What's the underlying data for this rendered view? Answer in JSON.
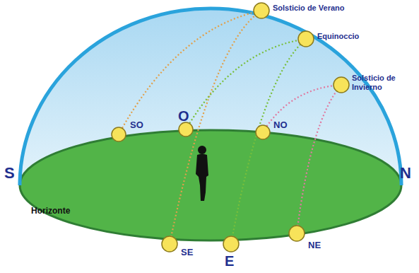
{
  "diagram": {
    "labels": [
      "Solsticio de Verano",
      "Equinoccio",
      "Solsticio de Invierno",
      "SO",
      "O",
      "NO",
      "S",
      "N",
      "SE",
      "E",
      "NE",
      "Horizonte"
    ]
  }
}
